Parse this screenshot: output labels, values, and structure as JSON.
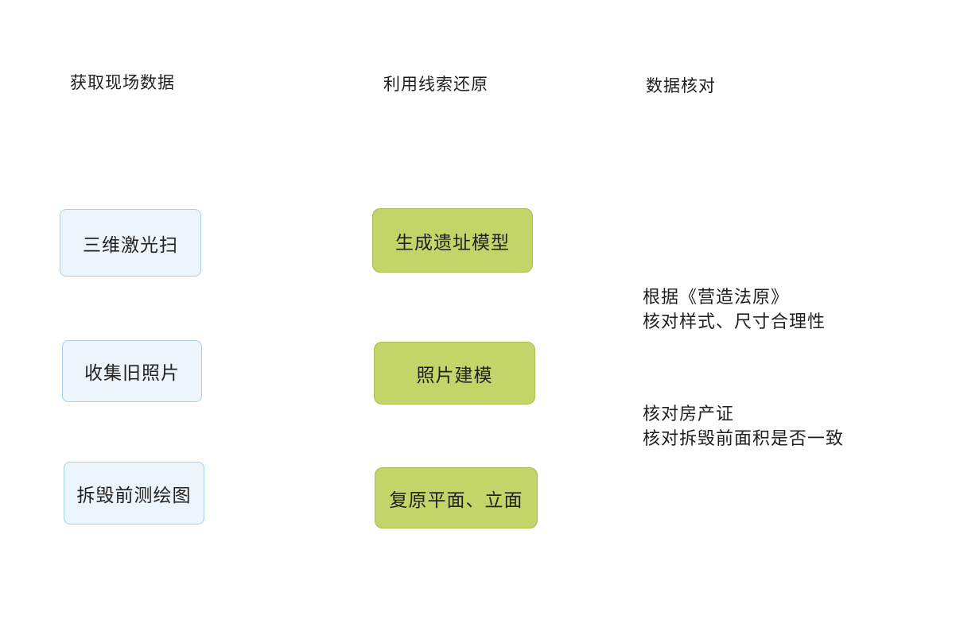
{
  "headers": [
    "获取现场数据",
    "利用线索还原",
    "数据核对"
  ],
  "source_boxes": [
    "三维激光扫",
    "收集旧照片",
    "拆毁前测绘图"
  ],
  "process_boxes": [
    "生成遗址模型",
    "照片建模",
    "复原平面、立面"
  ],
  "check_notes": {
    "note1_line1": "根据《营造法原》",
    "note1_line2": "核对样式、尺寸合理性",
    "note2_line1": "核对房产证",
    "note2_line2": "核对拆毁前面积是否一致"
  },
  "colors": {
    "background": "#ffffff",
    "source_box_bg": "#ecf5fb",
    "source_box_border": "#abd0e6",
    "process_box_bg": "#c3d469",
    "process_box_border": "#a6bd52",
    "text": "#1f1f1f"
  }
}
